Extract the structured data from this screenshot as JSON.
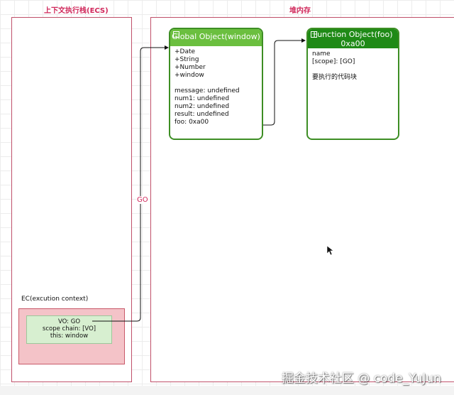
{
  "stack_title": "上下文执行栈(ECS)",
  "heap_title": "堆内存",
  "ec_label": "EC(excution context)",
  "ec_lines": [
    "VO: GO",
    "scope chain: [VO]",
    "this: window"
  ],
  "go_label": "GO",
  "global_object": {
    "header": "Global Object(window)",
    "builtins": [
      "+Date",
      "+String",
      "+Number",
      "+window"
    ],
    "vars": [
      "message: undefined",
      "num1: undefined",
      "num2: undefined",
      "result: undefined",
      "foo: 0xa00"
    ]
  },
  "function_object": {
    "header_line1": "Function Object(foo)",
    "header_line2": "0xa00",
    "lines": [
      "name",
      "[scope]: [GO]"
    ],
    "code": "要执行的代码块"
  },
  "colors": {
    "border_red": "#c0506a",
    "title_red": "#d0275a",
    "green_dark": "#3d8e24",
    "go_head": "#6bbf3f",
    "fn_head": "#1f8a16"
  },
  "watermark": "掘金技术社区 @ code_YuJun"
}
